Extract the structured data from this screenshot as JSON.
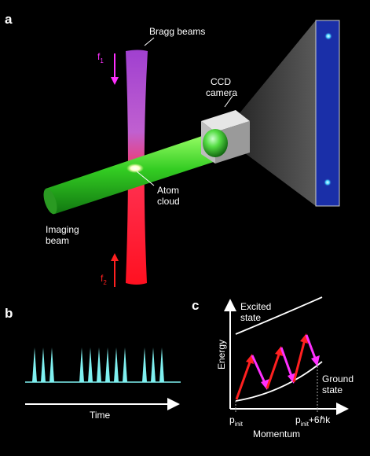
{
  "panel_a": {
    "label": "a",
    "bragg_beams": "Bragg beams",
    "f1": "f",
    "f1_sub": "1",
    "f2": "f",
    "f2_sub": "2",
    "ccd_line1": "CCD",
    "ccd_line2": "camera",
    "atom_line1": "Atom",
    "atom_line2": "cloud",
    "imaging_line1": "Imaging",
    "imaging_line2": "beam"
  },
  "panel_b": {
    "label": "b",
    "axis_label": "Time",
    "pulse_groups": [
      3,
      6,
      3
    ]
  },
  "panel_c": {
    "label": "c",
    "excited_line1": "Excited",
    "excited_line2": "state",
    "ground_line1": "Ground",
    "ground_line2": "state",
    "y_axis": "Energy",
    "x_axis": "Momentum",
    "p_init": "p",
    "p_init_sub": "init",
    "p_final": "p",
    "p_final_sub": "init",
    "p_final_suffix": "+6ℏk"
  },
  "colors": {
    "background": "#000000",
    "imaging_beam": "#33cc22",
    "bragg_upper": "#b040d0",
    "bragg_lower": "#ff2030",
    "arrow_magenta": "#ff30ff",
    "arrow_red": "#ff2020",
    "pulses": "#7ff0f0",
    "ccd_image": "#1a2fa8"
  }
}
